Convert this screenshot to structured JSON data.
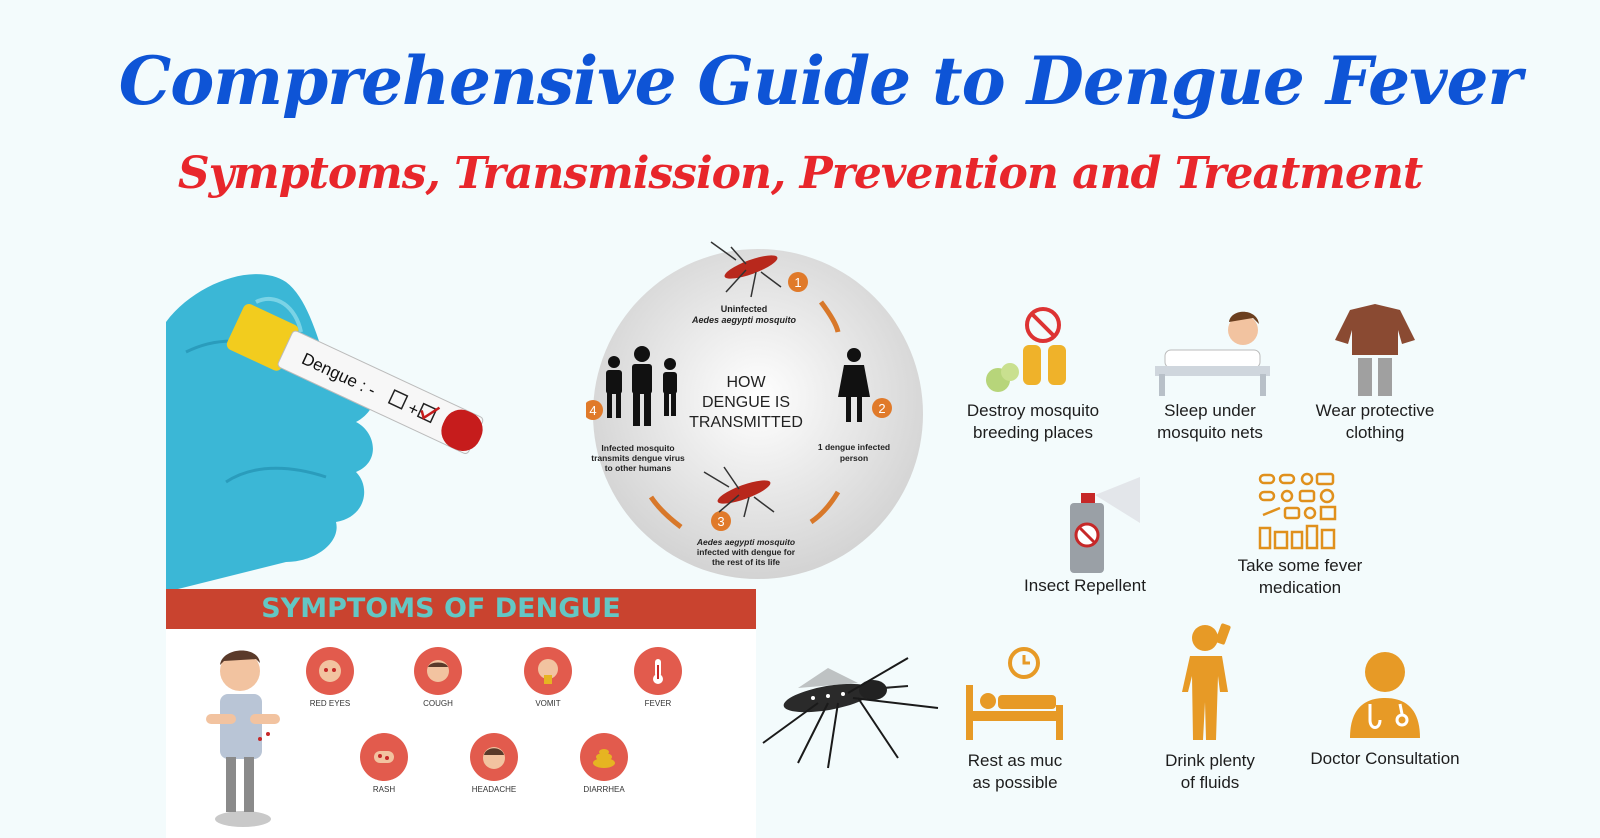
{
  "title": "Comprehensive Guide to Dengue Fever",
  "subtitle": "Symptoms, Transmission, Prevention and Treatment",
  "tube": {
    "label": "Dengue : -",
    "plus": "+"
  },
  "cycle": {
    "center": [
      "HOW",
      "DENGUE IS",
      "TRANSMITTED"
    ],
    "steps": [
      {
        "num": "1",
        "text": [
          "Uninfected",
          "Aedes aegypti mosquito"
        ]
      },
      {
        "num": "2",
        "text": [
          "1 dengue infected",
          "person"
        ]
      },
      {
        "num": "3",
        "text": [
          "Aedes aegypti mosquito",
          "infected with dengue for",
          "the rest of its life"
        ]
      },
      {
        "num": "4",
        "text": [
          "Infected mosquito",
          "transmits dengue virus",
          "to other humans"
        ]
      }
    ]
  },
  "symptoms": {
    "header": "SYMPTOMS OF DENGUE",
    "items": [
      "RED EYES",
      "COUGH",
      "VOMIT",
      "FEVER",
      "RASH",
      "HEADACHE",
      "DIARRHEA"
    ]
  },
  "prevention": {
    "destroy": "Destroy mosquito\nbreeding places",
    "sleep": "Sleep under\nmosquito nets",
    "wear": "Wear protective\nclothing",
    "repellent": "Insect Repellent",
    "medication": "Take some fever\nmedication",
    "rest": "Rest as muc\nas possible",
    "drink": "Drink plenty\nof fluids",
    "doctor": "Doctor Consultation"
  },
  "colors": {
    "title": "#0e54d6",
    "subtitle": "#e8262b",
    "orange": "#e79a26",
    "symptom_red": "#e25b4d",
    "header_bg": "#c9432f",
    "header_text": "#63c7c4"
  }
}
